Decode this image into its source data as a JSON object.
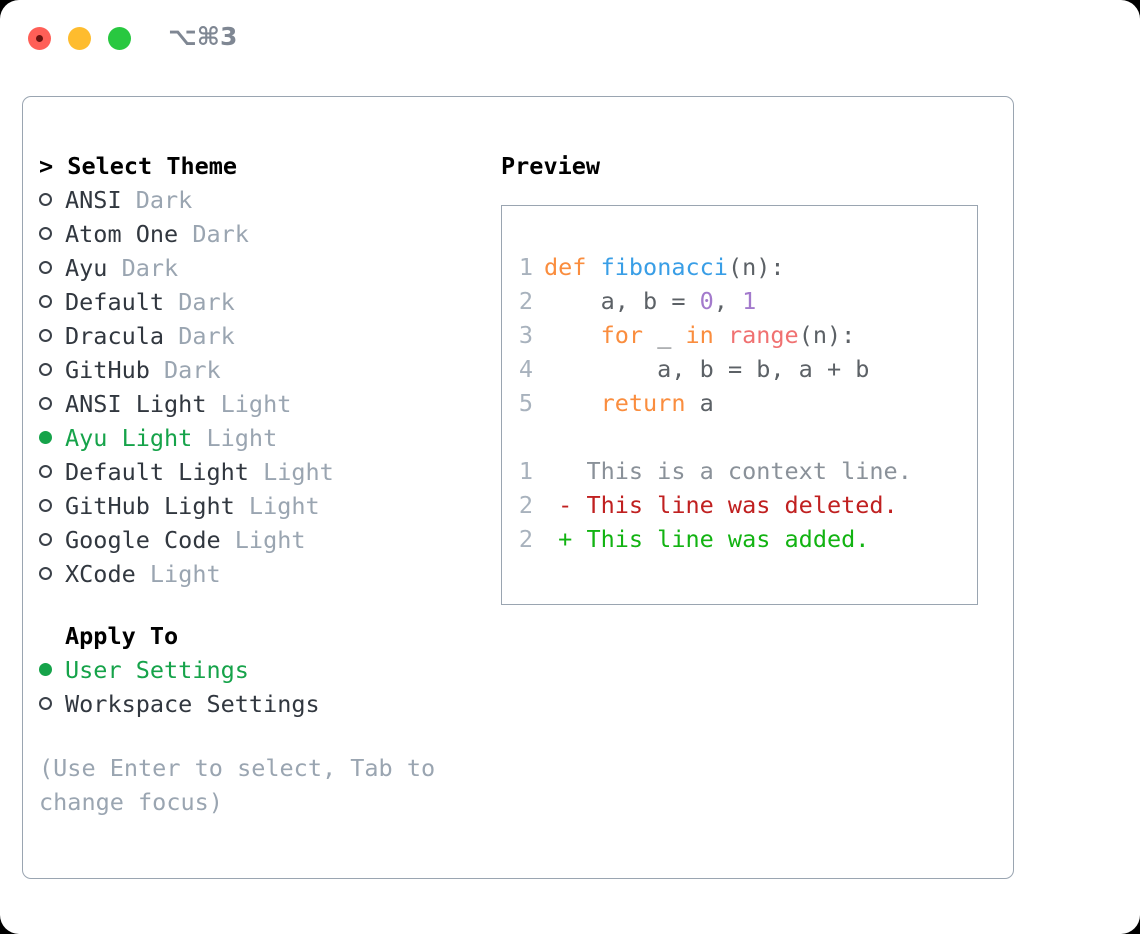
{
  "titlebar": {
    "shortcut": "⌥⌘3",
    "buttons": [
      "close",
      "minimize",
      "maximize"
    ]
  },
  "theme_picker": {
    "header": "Select Theme",
    "header_prefix": "> ",
    "selected_marker": "●",
    "unselected_marker": "○",
    "items": [
      {
        "name": "ANSI",
        "category": "Dark",
        "selected": false
      },
      {
        "name": "Atom One",
        "category": "Dark",
        "selected": false
      },
      {
        "name": "Ayu",
        "category": "Dark",
        "selected": false
      },
      {
        "name": "Default",
        "category": "Dark",
        "selected": false
      },
      {
        "name": "Dracula",
        "category": "Dark",
        "selected": false
      },
      {
        "name": "GitHub",
        "category": "Dark",
        "selected": false
      },
      {
        "name": "ANSI Light",
        "category": "Light",
        "selected": false
      },
      {
        "name": "Ayu Light",
        "category": "Light",
        "selected": true
      },
      {
        "name": "Default Light",
        "category": "Light",
        "selected": false
      },
      {
        "name": "GitHub Light",
        "category": "Light",
        "selected": false
      },
      {
        "name": "Google Code",
        "category": "Light",
        "selected": false
      },
      {
        "name": "XCode",
        "category": "Light",
        "selected": false
      }
    ]
  },
  "apply_to": {
    "header": "Apply To",
    "items": [
      {
        "name": "User Settings",
        "selected": true
      },
      {
        "name": "Workspace Settings",
        "selected": false
      }
    ]
  },
  "hint": "(Use Enter to select, Tab to change focus)",
  "preview": {
    "title": "Preview",
    "code_lines": [
      {
        "num": "1",
        "tokens": [
          {
            "t": "def",
            "c": "kw"
          },
          {
            "t": " ",
            "c": "punc"
          },
          {
            "t": "fibonacci",
            "c": "fn"
          },
          {
            "t": "(n):",
            "c": "punc"
          }
        ]
      },
      {
        "num": "2",
        "tokens": [
          {
            "t": "    a, b ",
            "c": "var"
          },
          {
            "t": "= ",
            "c": "punc"
          },
          {
            "t": "0",
            "c": "num"
          },
          {
            "t": ", ",
            "c": "punc"
          },
          {
            "t": "1",
            "c": "num"
          }
        ]
      },
      {
        "num": "3",
        "tokens": [
          {
            "t": "    ",
            "c": "var"
          },
          {
            "t": "for",
            "c": "kw"
          },
          {
            "t": " _ ",
            "c": "var"
          },
          {
            "t": "in",
            "c": "kw"
          },
          {
            "t": " ",
            "c": "var"
          },
          {
            "t": "range",
            "c": "bi"
          },
          {
            "t": "(n):",
            "c": "punc"
          }
        ]
      },
      {
        "num": "4",
        "tokens": [
          {
            "t": "        a, b ",
            "c": "var"
          },
          {
            "t": "= ",
            "c": "punc"
          },
          {
            "t": "b, a ",
            "c": "var"
          },
          {
            "t": "+ ",
            "c": "punc"
          },
          {
            "t": "b",
            "c": "var"
          }
        ]
      },
      {
        "num": "5",
        "tokens": [
          {
            "t": "    ",
            "c": "var"
          },
          {
            "t": "return",
            "c": "kw"
          },
          {
            "t": " a",
            "c": "var"
          }
        ]
      }
    ],
    "diff_lines": [
      {
        "num": "1",
        "marker": " ",
        "text": " This is a context line.",
        "kind": "ctx"
      },
      {
        "num": "2",
        "marker": "-",
        "text": " This line was deleted.",
        "kind": "del"
      },
      {
        "num": "2",
        "marker": "+",
        "text": " This line was added.",
        "kind": "add"
      }
    ]
  },
  "colors": {
    "accent_green": "#16a34a",
    "muted": "#9aa5b1",
    "keyword": "#fa8d3e",
    "function": "#399ee6",
    "number": "#a37acc",
    "builtin": "#f07171",
    "diff_delete": "#c02020",
    "diff_add": "#12b312",
    "border": "#9aa5b1"
  }
}
